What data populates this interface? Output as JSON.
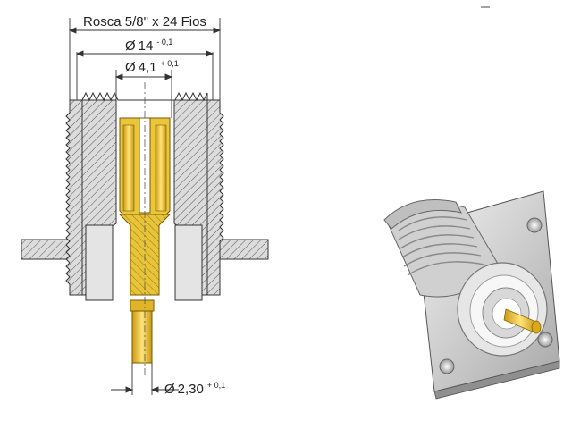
{
  "dimensions": {
    "thread": "Rosca 5/8\" x 24 Fios",
    "outer_diameter": {
      "symbol": "Ø",
      "value": "14",
      "tolerance": "- 0,1"
    },
    "bore_diameter": {
      "symbol": "Ø",
      "value": "4,1",
      "tolerance": "+ 0,1"
    },
    "pin_diameter": {
      "symbol": "Ø",
      "value": "2,30",
      "tolerance": "+ 0,1"
    }
  },
  "colors": {
    "brass": "#e8c43a",
    "brass_dark": "#b8921c",
    "body_gray": "#d9d9d9",
    "line": "#333333",
    "render_metal": "#cfcfcf"
  }
}
